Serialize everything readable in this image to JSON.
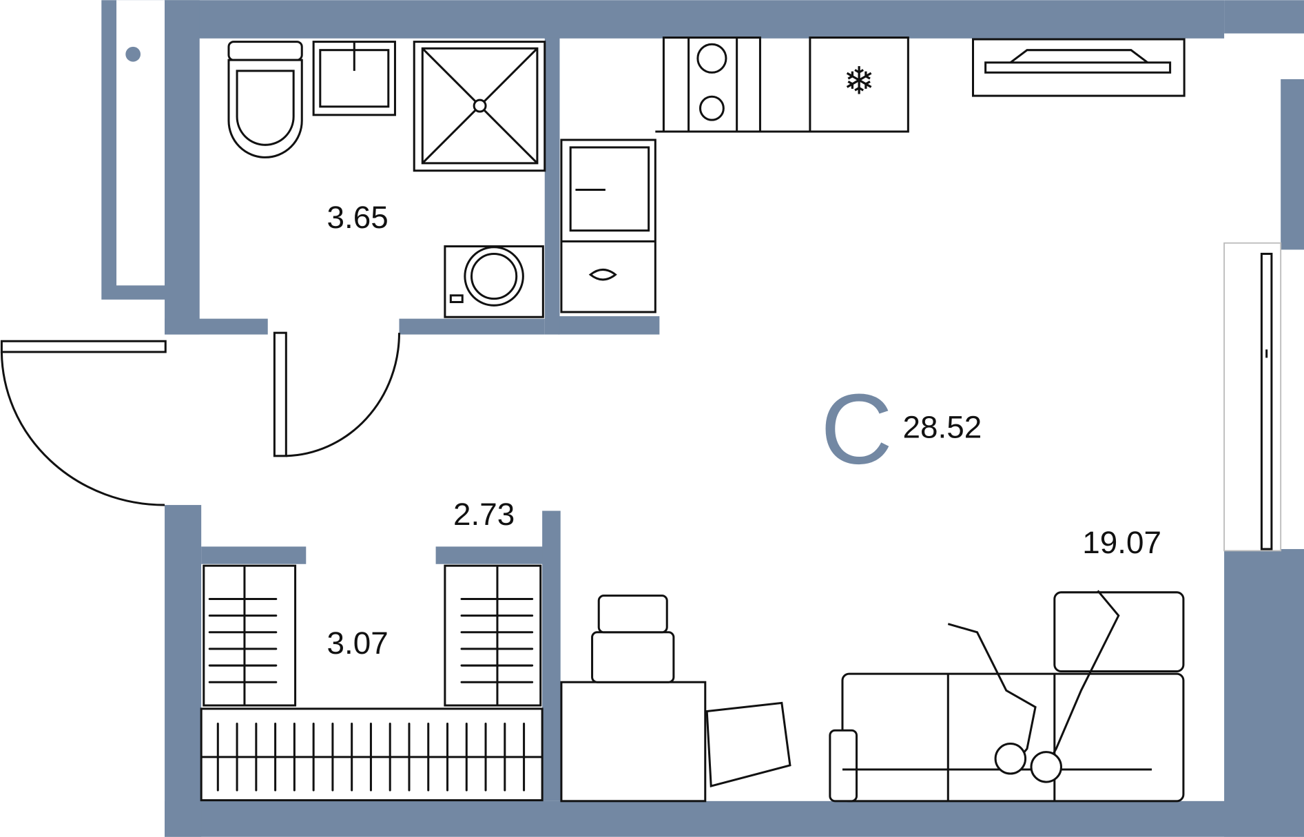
{
  "plan": {
    "wall_color": "#7388a3",
    "studio_label": "С",
    "total_area": "28.52",
    "rooms": [
      {
        "name": "bathroom",
        "area": "3.65"
      },
      {
        "name": "hallway",
        "area": "2.73"
      },
      {
        "name": "wardrobe",
        "area": "3.07"
      },
      {
        "name": "living-kitchen",
        "area": "19.07"
      }
    ]
  }
}
